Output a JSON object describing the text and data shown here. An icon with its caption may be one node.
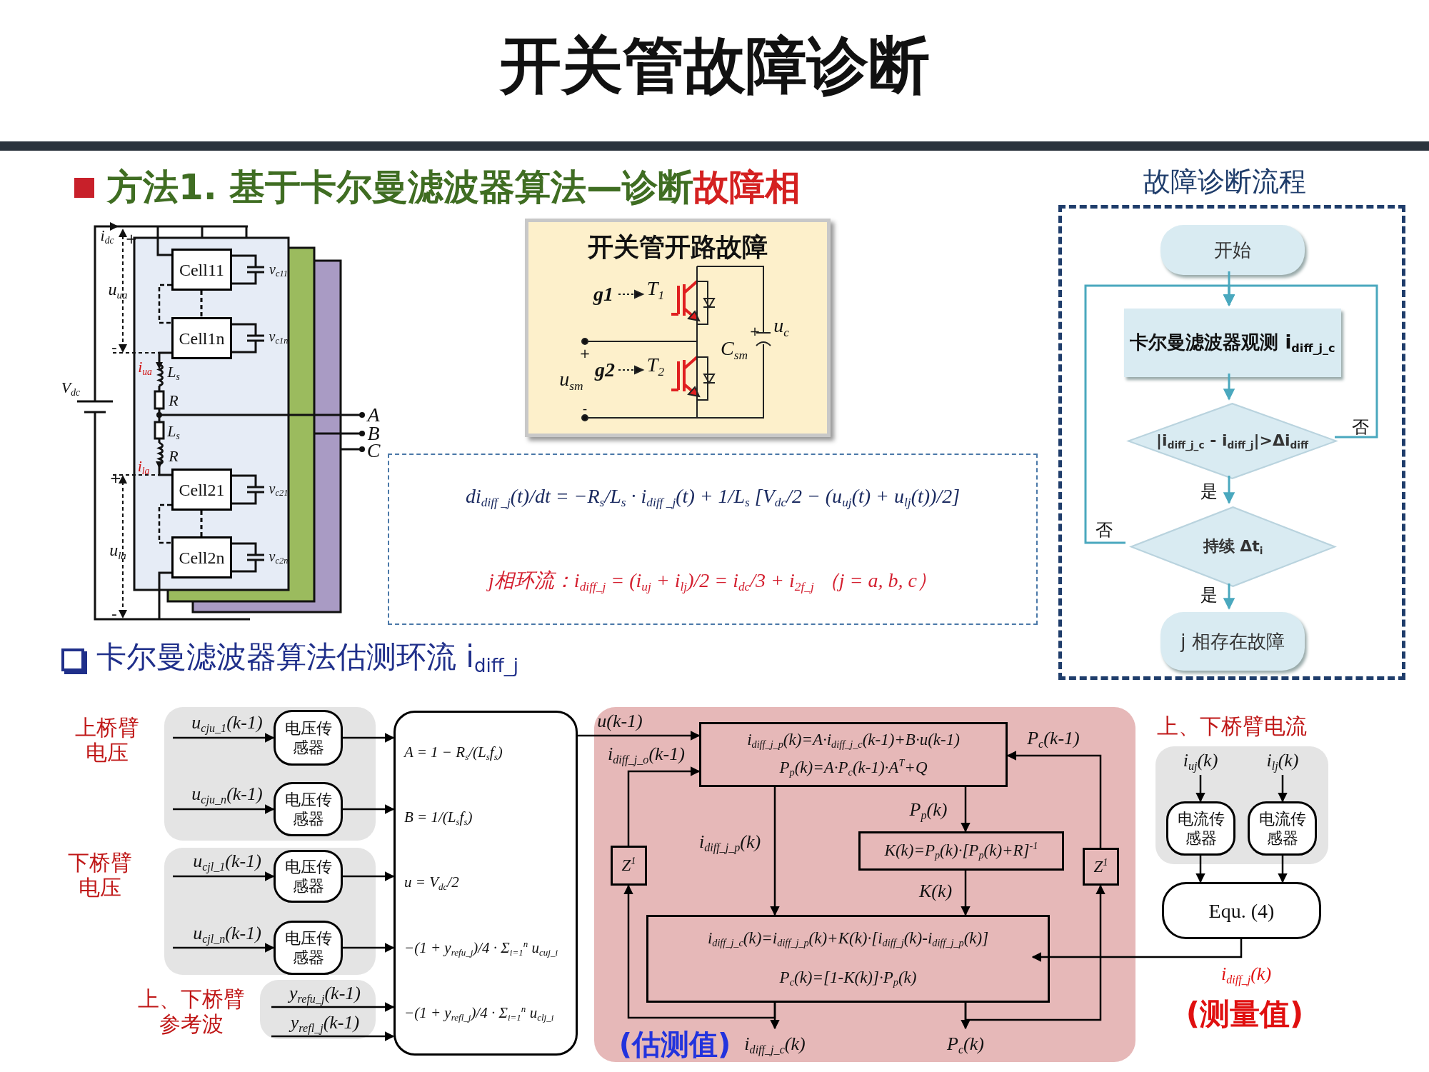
{
  "diagram": {
    "title": "开关管故障诊断",
    "nodes": [
      {
        "text": [
          "Cell11"
        ]
      },
      {
        "text": [
          "Cell1n"
        ]
      },
      {
        "text": [
          "Cell21"
        ]
      },
      {
        "text": [
          "Cell2n"
        ]
      },
      {
        "text": [
          "开关管开路故障"
        ]
      },
      {
        "text": [
          "di$_{diff _j}$(t)/dt = −R$_{s}$/L$_{s}$ · i$_{diff _j}$(t) + 1/L$_{s}$ [V$_{dc}$/2 − (u$_{uj}$(t) + u$_{lj}$(t))/2]",
          "j相环流：i$_{diff_j}$ = (i$_{uj}$ + i$_{lj}$)/2 = i$_{dc}$/3 + i$_{2f_j}$ （j = a, b, c）"
        ]
      },
      {
        "text": [],
        "shape": "box"
      },
      {
        "text": [
          "开始"
        ],
        "in": 6
      },
      {
        "text": [
          "卡尔曼滤波器观测 i$_{diff_j_c}$"
        ],
        "in": 6
      },
      {
        "text": [
          "|i$_{diff_j_c}$ - i$_{diff_j}$|>Δi$_{diff}$"
        ],
        "in": 6
      },
      {
        "text": [
          "持续 Δt$_{i}$"
        ],
        "in": 6
      },
      {
        "text": [
          "j 相存在故障"
        ],
        "in": 6
      },
      {
        "text": [],
        "shape": "box"
      },
      {
        "text": [
          "电压传感器"
        ],
        "in": 12
      },
      {
        "text": [
          "电压传感器"
        ],
        "in": 12
      },
      {
        "text": [],
        "shape": "box"
      },
      {
        "text": [
          "电压传感器"
        ],
        "in": 15
      },
      {
        "text": [
          "电压传感器"
        ],
        "in": 15
      },
      {
        "text": [],
        "shape": "box"
      },
      {
        "text": [
          "A = 1 − R$_{s}$/(L$_{s}$f$_{s}$)",
          "B = 1/(L$_{s}$f$_{s}$)",
          "u = V$_{dc}$/2",
          "−(1 + y$_{refu_j}$)/4 · Σ$_{i=1}$$^{n}$ u$_{cuj_i}$",
          "−(1 + y$_{refl_j}$)/4 · Σ$_{i=1}$$^{n}$ u$_{clj_i}$"
        ]
      },
      {
        "text": [],
        "shape": "box"
      },
      {
        "text": [
          "i$_{diff_j_p}$(k)=A·i$_{diff_j_c}$(k-1)+B·u(k-1)",
          "P$_{p}$(k)=A·P$_{c}$(k-1)·A$^{T}$+Q"
        ],
        "in": 20
      },
      {
        "text": [
          "K(k)=P$_{p}$(k)·[P$_{p}$(k)+R]$^{-1}$"
        ],
        "in": 20
      },
      {
        "text": [
          "i$_{diff_j_c}$(k)=i$_{diff_j_p}$(k)+K(k)·[i$_{diff_j}$(k)-i$_{diff_j_p}$(k)]",
          "P$_{c}$(k)=[1-K(k)]·P$_{p}$(k)"
        ],
        "in": 20
      },
      {
        "text": [
          "Z$^{1}$"
        ],
        "in": 20
      },
      {
        "text": [
          "Z$^{1}$"
        ],
        "in": 20
      },
      {
        "text": [],
        "shape": "box"
      },
      {
        "text": [
          "电流传感器"
        ],
        "in": 26
      },
      {
        "text": [
          "电流传感器"
        ],
        "in": 26
      },
      {
        "text": [
          "Equ. (4)"
        ]
      }
    ],
    "edges": [
      {
        "from": 0,
        "to": 1,
        "arrow": "none",
        "style": "dashed"
      },
      {
        "from": 2,
        "to": 3,
        "arrow": "none",
        "style": "dashed"
      },
      {
        "from": 7,
        "to": 8,
        "arrow": "to",
        "color": "#4aa8be"
      },
      {
        "from": 8,
        "to": 9,
        "arrow": "to",
        "color": "#4aa8be"
      },
      {
        "from": 9,
        "to": 8,
        "arrow": "to",
        "label": "否",
        "color": "#4aa8be"
      },
      {
        "from": 9,
        "to": 10,
        "arrow": "to",
        "label": "是",
        "color": "#4aa8be"
      },
      {
        "from": 10,
        "to": 8,
        "arrow": "to",
        "label": "否",
        "color": "#4aa8be"
      },
      {
        "from": 10,
        "to": 11,
        "arrow": "to",
        "label": "是",
        "color": "#4aa8be"
      },
      {
        "from": null,
        "to": 13,
        "arrow": "to",
        "label": "u$_{cju_1}$(k-1)"
      },
      {
        "from": null,
        "to": 14,
        "arrow": "to",
        "label": "u$_{cju_n}$(k-1)"
      },
      {
        "from": null,
        "to": 16,
        "arrow": "to",
        "label": "u$_{cjl_1}$(k-1)"
      },
      {
        "from": null,
        "to": 17,
        "arrow": "to",
        "label": "u$_{cjl_n}$(k-1)"
      },
      {
        "from": 13,
        "to": 19,
        "arrow": "to"
      },
      {
        "from": 14,
        "to": 19,
        "arrow": "to"
      },
      {
        "from": 16,
        "to": 19,
        "arrow": "to"
      },
      {
        "from": 17,
        "to": 19,
        "arrow": "to"
      },
      {
        "from": 18,
        "to": 19,
        "arrow": "to",
        "label": "y$_{refu_j}$(k-1)"
      },
      {
        "from": 18,
        "to": 19,
        "arrow": "to",
        "label": "y$_{refl_j}$(k-1)"
      },
      {
        "from": 19,
        "to": 21,
        "arrow": "to",
        "label": "u(k-1)"
      },
      {
        "from": 24,
        "to": 21,
        "arrow": "to",
        "label": "i$_{diff_j_o}$(k-1)"
      },
      {
        "from": 21,
        "to": 23,
        "arrow": "to",
        "label": "i$_{diff_j_p}$(k)"
      },
      {
        "from": 21,
        "to": 22,
        "arrow": "to",
        "label": "P$_{p}$(k)"
      },
      {
        "from": 22,
        "to": 23,
        "arrow": "to",
        "label": "K(k)"
      },
      {
        "from": 23,
        "to": 24,
        "arrow": "to"
      },
      {
        "from": 23,
        "to": 25,
        "arrow": "to"
      },
      {
        "from": 25,
        "to": 21,
        "arrow": "to",
        "label": "P$_{c}$(k-1)"
      },
      {
        "from": 23,
        "to": null,
        "arrow": "to",
        "label": "i$_{diff_j_c}$(k)"
      },
      {
        "from": 23,
        "to": null,
        "arrow": "to",
        "label": "P$_{c}$(k)"
      },
      {
        "from": null,
        "to": 27,
        "arrow": "to",
        "label": "i$_{uj}$(k)"
      },
      {
        "from": null,
        "to": 28,
        "arrow": "to",
        "label": "i$_{lj}$(k)"
      },
      {
        "from": 27,
        "to": 29,
        "arrow": "to"
      },
      {
        "from": 28,
        "to": 29,
        "arrow": "to"
      },
      {
        "from": 29,
        "to": 23,
        "arrow": "to",
        "label": "i$_{diff_j}$(k)"
      },
      {
        "from": 0,
        "to": 1,
        "arrow": "none",
        "style": "dashed"
      },
      {
        "from": 2,
        "to": 3,
        "arrow": "none",
        "style": "dashed"
      }
    ],
    "labels": [
      "方法1. 基于卡尔曼滤波器算法—诊断",
      "故障相",
      "i$_{dc}$",
      "+",
      "u$_{ua}$",
      "-",
      "V$_{dc}$",
      "i$_{ua}$",
      "L$_{s}$",
      "R",
      "L$_{s}$",
      "R",
      "i$_{la}$",
      "+",
      "u$_{la}$",
      "-",
      "v$_{c11}$",
      "v$_{c1n}$",
      "v$_{c21}$",
      "v$_{c2n}$",
      "A",
      "B",
      "C",
      "g1",
      "T$_{1}$",
      "+",
      "u$_{c}$",
      "C$_{sm}$",
      "+",
      "u$_{sm}$",
      "g2",
      "T$_{2}$",
      "-",
      "故障诊断流程",
      "卡尔曼滤波器算法估测环流 i$_{diff_j}$",
      "上桥臂电压",
      "下桥臂电压",
      "上、下桥臂参考波",
      "上、下桥臂电流",
      "(估测值)",
      "(测量值)"
    ]
  }
}
